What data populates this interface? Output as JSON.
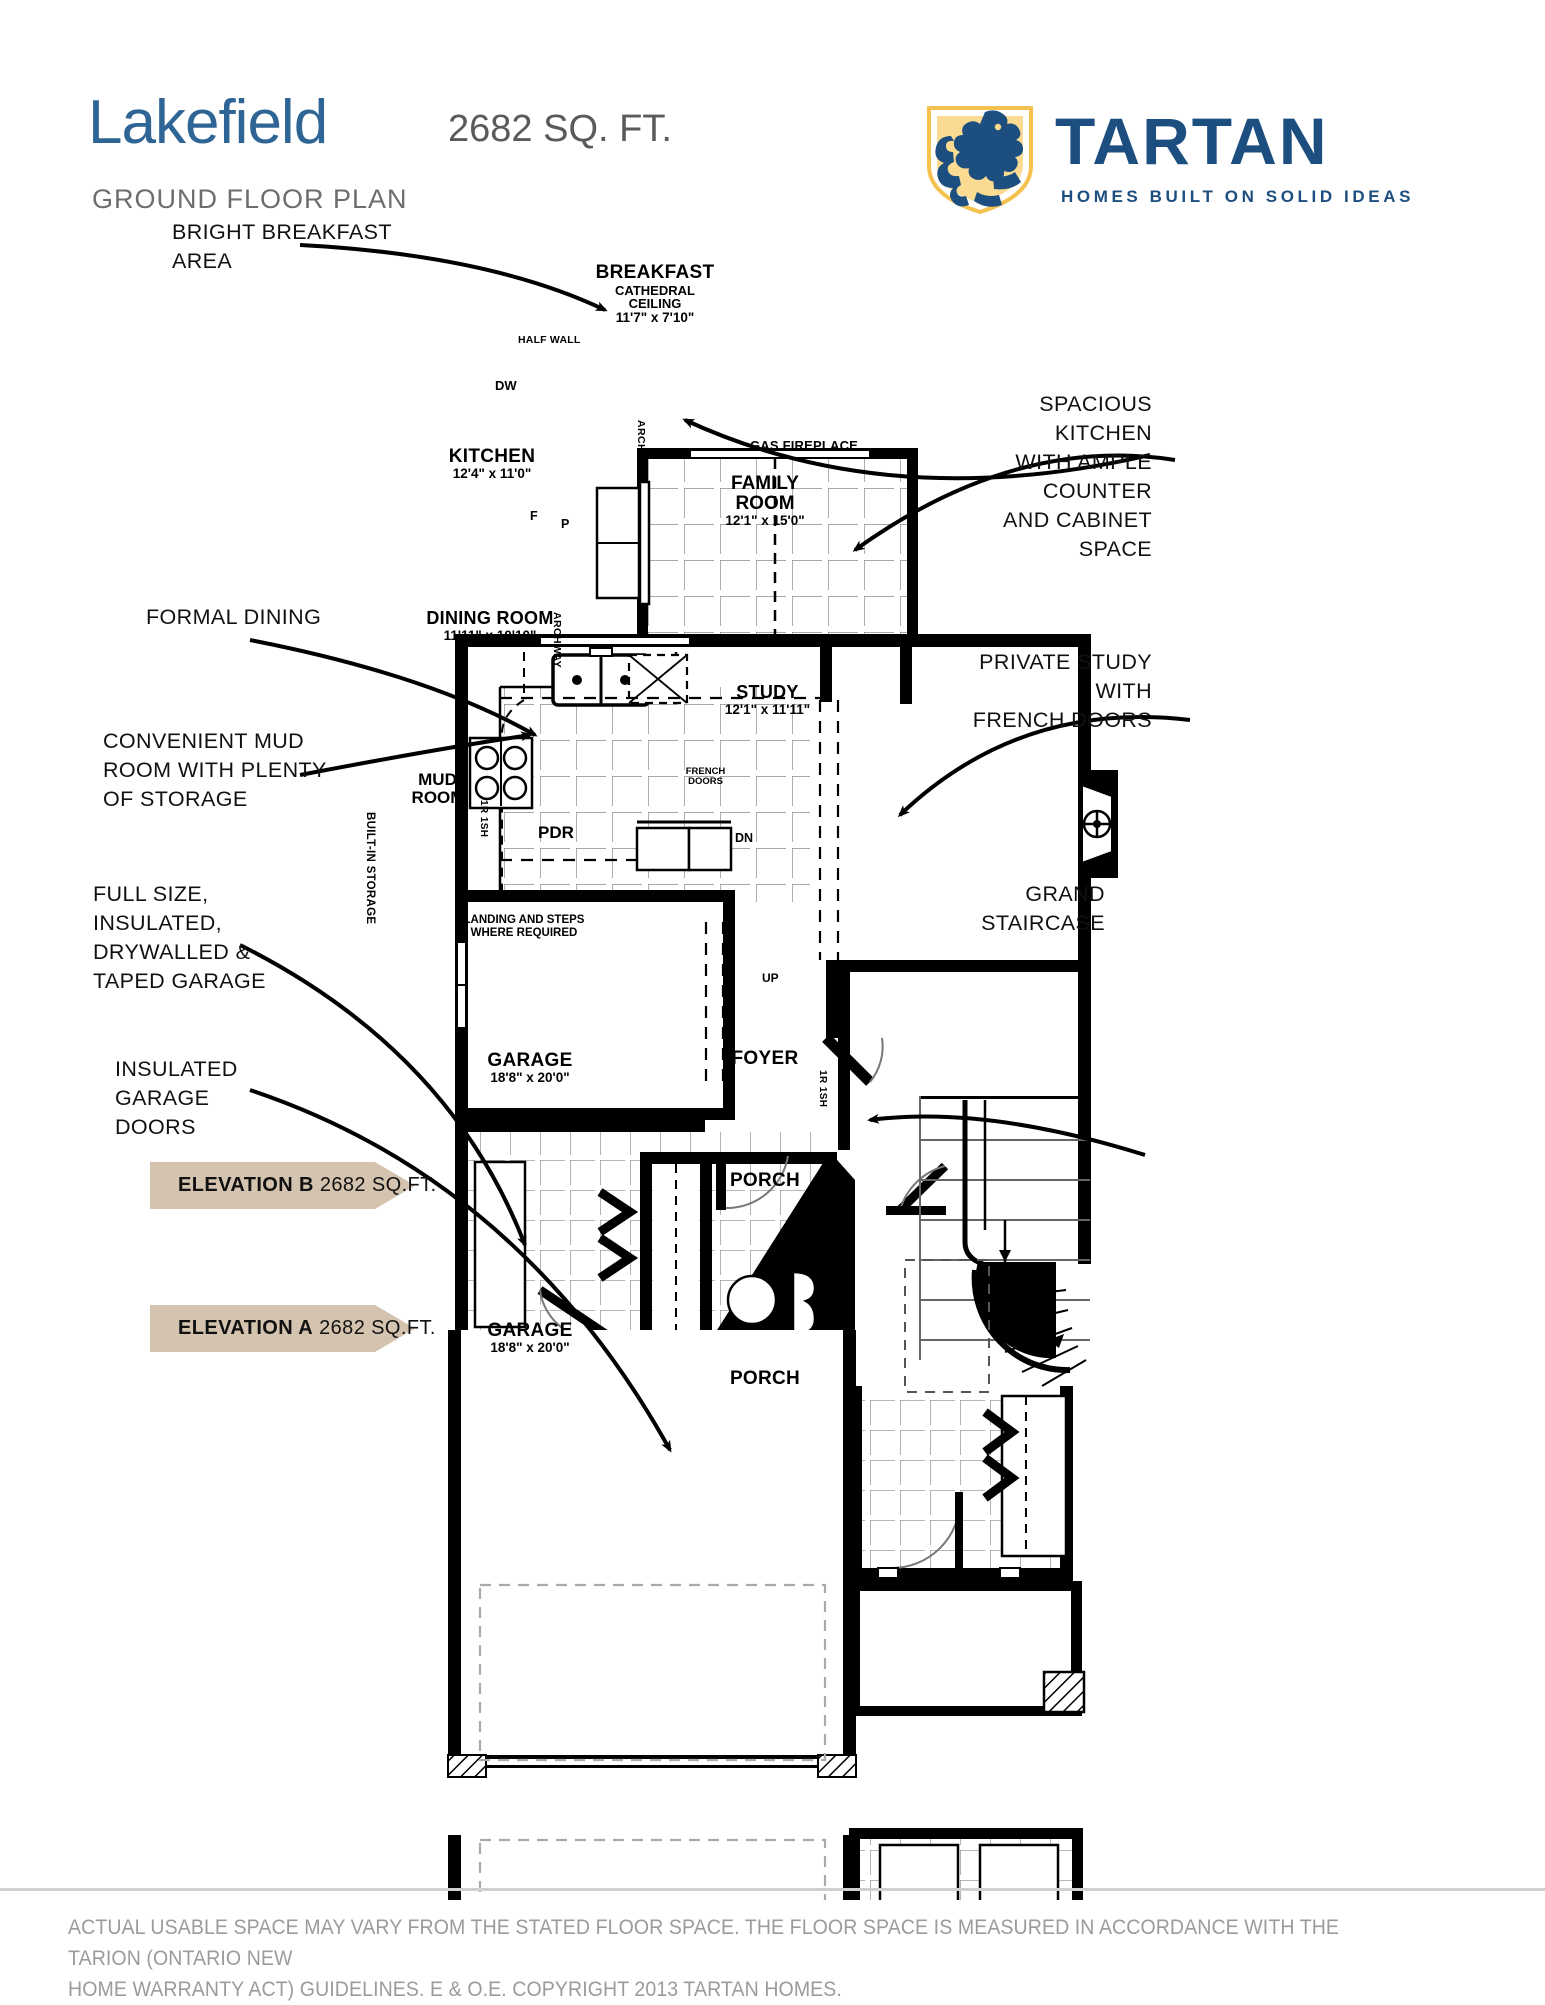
{
  "header": {
    "plan_name": "Lakefield",
    "sqft": "2682 SQ. FT.",
    "subtitle": "GROUND FLOOR PLAN",
    "brand": "TARTAN",
    "brand_tagline": "HOMES BUILT ON SOLID IDEAS",
    "title_color": "#2e6595",
    "brand_color": "#1d4e80",
    "brand_shield_color": "#f5c24f"
  },
  "callouts": [
    {
      "id": "bright-breakfast-area",
      "text": "BRIGHT BREAKFAST\nAREA"
    },
    {
      "id": "spacious-kitchen",
      "text": "SPACIOUS KITCHEN\nWITH AMPLE COUNTER\nAND CABINET SPACE"
    },
    {
      "id": "formal-dining",
      "text": "FORMAL DINING"
    },
    {
      "id": "private-study",
      "text": "PRIVATE STUDY WITH\nFRENCH DOORS"
    },
    {
      "id": "convenient-mud-room",
      "text": "CONVENIENT MUD\nROOM WITH PLENTY\nOF STORAGE"
    },
    {
      "id": "grand-staircase",
      "text": "GRAND STAIRCASE"
    },
    {
      "id": "full-size-garage",
      "text": "FULL SIZE,\nINSULATED,\nDRYWALLED &\nTAPED GARAGE"
    },
    {
      "id": "insulated-garage-doors",
      "text": "INSULATED\nGARAGE\nDOORS"
    }
  ],
  "rooms": [
    {
      "id": "breakfast",
      "name": "BREAKFAST",
      "note": "CATHEDRAL\nCEILING",
      "dims": "11'7\" x 7'10\""
    },
    {
      "id": "kitchen",
      "name": "KITCHEN",
      "dims": "12'4\" x 11'0\""
    },
    {
      "id": "family-room",
      "name": "FAMILY\nROOM",
      "dims": "12'1\" x 15'0\""
    },
    {
      "id": "dining-room",
      "name": "DINING ROOM",
      "dims": "11'11\" x 10'10\""
    },
    {
      "id": "study",
      "name": "STUDY",
      "dims": "12'1\" x 11'11\""
    },
    {
      "id": "mud-room",
      "name": "MUD\nROOM",
      "dims": ""
    },
    {
      "id": "pdr",
      "name": "PDR",
      "dims": ""
    },
    {
      "id": "garage",
      "name": "GARAGE",
      "dims": "18'8\" x 20'0\""
    },
    {
      "id": "foyer",
      "name": "FOYER",
      "dims": ""
    },
    {
      "id": "porch",
      "name": "PORCH",
      "dims": ""
    },
    {
      "id": "garage-a",
      "name": "GARAGE",
      "dims": "18'8\" x 20'0\""
    },
    {
      "id": "porch-a",
      "name": "PORCH",
      "dims": ""
    }
  ],
  "plan_labels": {
    "breakfast": "BREAKFAST",
    "breakfast_note_1": "CATHEDRAL",
    "breakfast_note_2": "CEILING",
    "breakfast_dims": "11'7\" x 7'10\"",
    "half_wall": "HALF WALL",
    "dishwasher": "DW",
    "fridge": "F",
    "pantry": "P",
    "kitchen": "KITCHEN",
    "kitchen_dims": "12'4\" x 11'0\"",
    "archway_kitchen": "ARCHWAY",
    "gas_fireplace": "GAS FIREPLACE",
    "family_room_1": "FAMILY",
    "family_room_2": "ROOM",
    "family_room_dims": "12'1\" x 15'0\"",
    "dining_room": "DINING ROOM",
    "dining_room_dims": "11'11\" x 10'10\"",
    "archway_dining": "ARCHWAY",
    "study": "STUDY",
    "study_dims": "12'1\" x 11'11\"",
    "french_doors_1": "FRENCH",
    "french_doors_2": "DOORS",
    "mud_room_1": "MUD",
    "mud_room_2": "ROOM",
    "built_in_storage": "BUILT-IN STORAGE",
    "pdr": "PDR",
    "closet_shelf_mud": "1R 1SH",
    "closet_shelf_foyer": "1R 1SH",
    "landing_1": "LANDING AND STEPS",
    "landing_2": "WHERE REQUIRED",
    "stairs_down": "DN",
    "stairs_up": "UP",
    "garage": "GARAGE",
    "garage_dims": "18'8\" x 20'0\"",
    "foyer": "FOYER",
    "porch": "PORCH",
    "garage_a": "GARAGE",
    "garage_a_dims": "18'8\" x 20'0\"",
    "porch_a": "PORCH"
  },
  "elevations": [
    {
      "id": "elevation-b",
      "label": "ELEVATION B",
      "sqft": "2682 SQ.FT.",
      "color": "#d4c3ae"
    },
    {
      "id": "elevation-a",
      "label": "ELEVATION A",
      "sqft": "2682 SQ.FT.",
      "color": "#d4c3ae"
    }
  ],
  "footer": {
    "line1": "ACTUAL USABLE SPACE MAY VARY FROM THE STATED FLOOR SPACE. THE FLOOR SPACE IS MEASURED IN ACCORDANCE WITH THE TARION (ONTARIO NEW",
    "line2": "HOME WARRANTY ACT) GUIDELINES. E & O.E. COPYRIGHT 2013 TARTAN HOMES."
  }
}
